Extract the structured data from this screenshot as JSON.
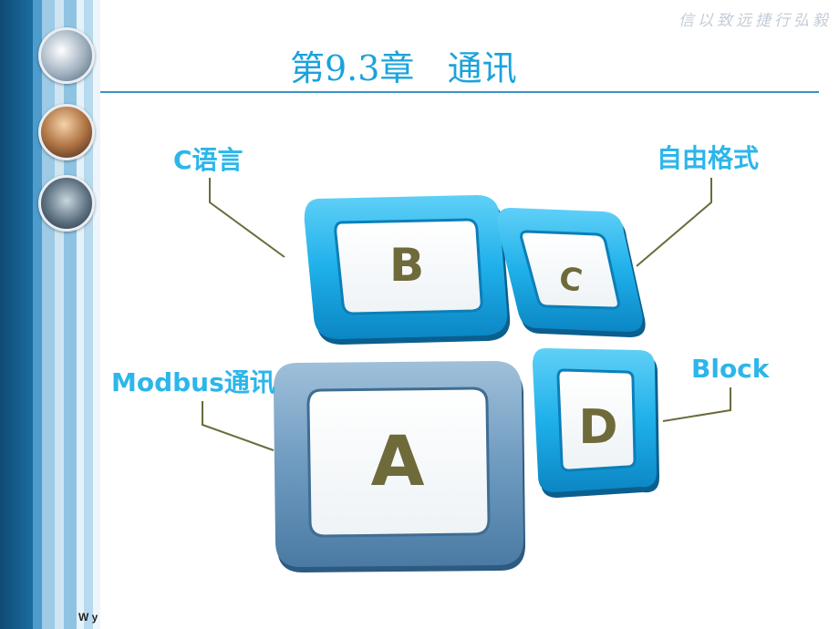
{
  "header": {
    "motto": "信以致远捷行弘毅",
    "title": "第9.3章   通讯"
  },
  "blocks": {
    "a": "A",
    "b": "B",
    "c": "C",
    "d": "D"
  },
  "callouts": {
    "c_language": "C语言",
    "free_format": "自由格式",
    "modbus": "Modbus通讯",
    "block": "Block"
  },
  "footer": {
    "text": "W y"
  },
  "colors": {
    "accent": "#2cb6ea",
    "title": "#1aa3dc",
    "rule": "#3a93c6",
    "leader": "#6b6b3d",
    "letter": "#6e6a3a"
  }
}
